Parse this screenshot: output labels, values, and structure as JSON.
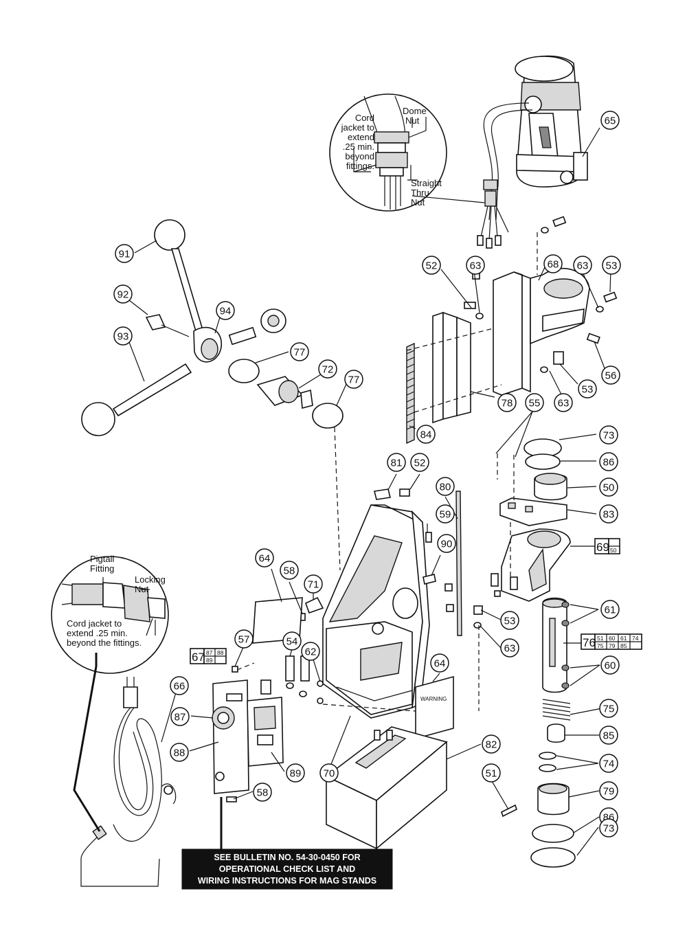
{
  "callouts": [
    {
      "label": "65"
    },
    {
      "label": "91"
    },
    {
      "label": "92"
    },
    {
      "label": "94"
    },
    {
      "label": "93"
    },
    {
      "label": "77"
    },
    {
      "label": "72"
    },
    {
      "label": "77"
    },
    {
      "label": "52"
    },
    {
      "label": "63"
    },
    {
      "label": "68"
    },
    {
      "label": "63"
    },
    {
      "label": "53"
    },
    {
      "label": "56"
    },
    {
      "label": "53"
    },
    {
      "label": "63"
    },
    {
      "label": "78"
    },
    {
      "label": "84"
    },
    {
      "label": "55"
    },
    {
      "label": "73"
    },
    {
      "label": "86"
    },
    {
      "label": "50"
    },
    {
      "label": "83"
    },
    {
      "label": "81"
    },
    {
      "label": "52"
    },
    {
      "label": "80"
    },
    {
      "label": "59"
    },
    {
      "label": "90"
    },
    {
      "label": "64"
    },
    {
      "label": "58"
    },
    {
      "label": "71"
    },
    {
      "label": "53"
    },
    {
      "label": "63"
    },
    {
      "label": "61"
    },
    {
      "label": "57"
    },
    {
      "label": "54"
    },
    {
      "label": "62"
    },
    {
      "label": "60"
    },
    {
      "label": "64"
    },
    {
      "label": "66"
    },
    {
      "label": "87"
    },
    {
      "label": "88"
    },
    {
      "label": "89"
    },
    {
      "label": "70"
    },
    {
      "label": "82"
    },
    {
      "label": "75"
    },
    {
      "label": "85"
    },
    {
      "label": "74"
    },
    {
      "label": "51"
    },
    {
      "label": "79"
    },
    {
      "label": "58"
    },
    {
      "label": "86"
    },
    {
      "label": "73"
    }
  ],
  "boxed_refs": {
    "ref69": {
      "main": "69",
      "sub": [
        "50"
      ]
    },
    "ref76": {
      "main": "76",
      "sub": [
        "51",
        "60",
        "61",
        "74",
        "75",
        "79",
        "85"
      ]
    },
    "ref67": {
      "main": "67",
      "sub": [
        "87",
        "88",
        "89"
      ]
    }
  },
  "detail_top": {
    "cord_note": [
      "Cord",
      "jacket to",
      "extend",
      ".25 min.",
      "beyond",
      "fittings."
    ],
    "dome_nut": [
      "Dome",
      "Nut"
    ],
    "straight_nut": [
      "Straight",
      "Thru",
      "Nut"
    ]
  },
  "detail_left": {
    "pigtail": [
      "Pigtail",
      "Fitting"
    ],
    "locking_nut": [
      "Locking",
      "Nut"
    ],
    "cord_note": [
      "Cord jacket to",
      "extend .25 min.",
      "beyond the fittings."
    ]
  },
  "warning_label": "WARNING",
  "bulletin": [
    "SEE BULLETIN NO. 54-30-0450 FOR",
    "OPERATIONAL CHECK LIST AND",
    "WIRING INSTRUCTIONS FOR MAG STANDS"
  ]
}
